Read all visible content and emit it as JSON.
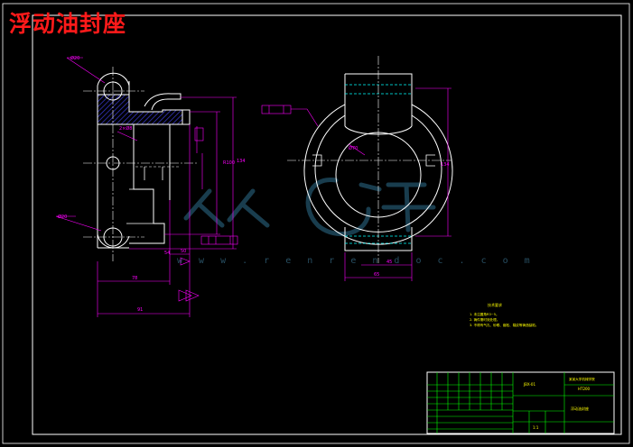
{
  "drawing": {
    "title": "浮动油封座",
    "watermark_url": "w w w . r e n r e n d o c . c o m",
    "watermark_logo": "人人文库",
    "colors": {
      "background": "#000000",
      "outline": "#ffffff",
      "dimension": "#ff00ff",
      "centerline": "#ffffff",
      "hidden": "#00ffff",
      "notes": "#ffff00",
      "frame": "#ffffff",
      "titleblock_grid": "#00ff00",
      "title": "#ff1a1a",
      "hatch": "#3b3bd6"
    }
  },
  "notes": {
    "heading": "技术要求",
    "items": [
      "1. 未注圆角R3~5。",
      "2. 铸件需时效处理。",
      "3. 不得有气孔、砂眼、缩松、裂纹等铸造缺陷。"
    ]
  },
  "title_block": {
    "part_code": "JBX-01",
    "school": "某某大学机械学院",
    "material": "HT200",
    "scale": "1:1",
    "part_name": "浮动油封座"
  }
}
